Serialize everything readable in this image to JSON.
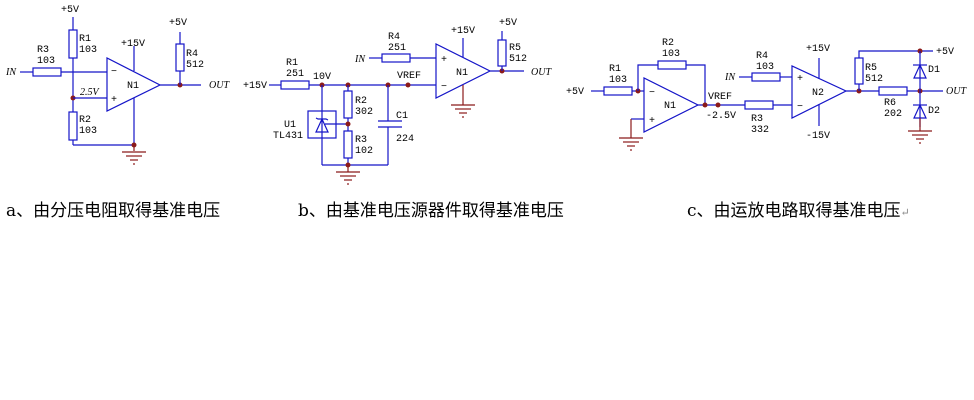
{
  "circuits": {
    "a": {
      "supply_r1": "+5V",
      "r1_name": "R1",
      "r1_val": "103",
      "r3_name": "R3",
      "r3_val": "103",
      "r2_name": "R2",
      "r2_val": "103",
      "r4_name": "R4",
      "r4_val": "512",
      "supply_r4": "+5V",
      "opamp_supply": "+15V",
      "opamp_name": "N1",
      "node_voltage": "2.5V",
      "input": "IN",
      "output": "OUT",
      "minus": "−",
      "plus": "+"
    },
    "b": {
      "supply_in": "+15V",
      "r1_name": "R1",
      "r1_val": "251",
      "node_voltage": "10V",
      "r2_name": "R2",
      "r2_val": "302",
      "r3_name": "R3",
      "r3_val": "102",
      "c1_name": "C1",
      "c1_val": "224",
      "u1_name": "U1",
      "u1_val": "TL431",
      "vref": "VREF",
      "r4_name": "R4",
      "r4_val": "251",
      "input": "IN",
      "opamp_supply": "+15V",
      "opamp_name": "N1",
      "r5_name": "R5",
      "r5_val": "512",
      "supply_r5": "+5V",
      "output": "OUT",
      "minus": "−",
      "plus": "+"
    },
    "c": {
      "supply_in": "+5V",
      "r1_name": "R1",
      "r1_val": "103",
      "r2_name": "R2",
      "r2_val": "103",
      "n1_name": "N1",
      "vref": "VREF",
      "vref_voltage": "-2.5V",
      "r3_name": "R3",
      "r3_val": "332",
      "r4_name": "R4",
      "r4_val": "103",
      "input": "IN",
      "n2_name": "N2",
      "pos_supply": "+15V",
      "neg_supply": "-15V",
      "r5_name": "R5",
      "r5_val": "512",
      "r6_name": "R6",
      "r6_val": "202",
      "d1_name": "D1",
      "d2_name": "D2",
      "supply_top": "+5V",
      "output": "OUT",
      "minus": "−",
      "plus": "+"
    }
  },
  "captions": {
    "a": "a、由分压电阻取得基准电压",
    "b": "b、由基准电压源器件取得基准电压",
    "c": "c、由运放电路取得基准电压",
    "return_mark": "↵"
  }
}
